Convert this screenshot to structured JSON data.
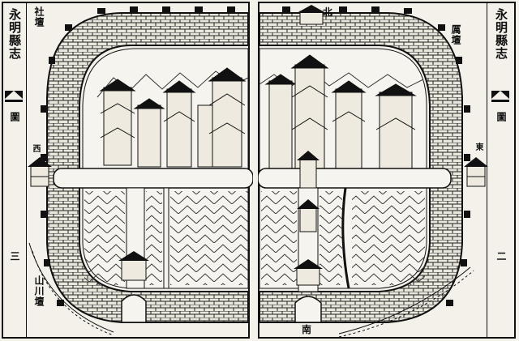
{
  "book_title": "永明縣志",
  "left_page": {
    "section_label": "圖",
    "page_number": "三",
    "labels": {
      "she_altar": "社壇",
      "west": "西",
      "mountain_river_altar": "山川壇"
    }
  },
  "right_page": {
    "section_label": "圖",
    "page_number": "二",
    "labels": {
      "north": "北",
      "south": "南",
      "east": "東",
      "li_altar": "厲壇"
    }
  }
}
